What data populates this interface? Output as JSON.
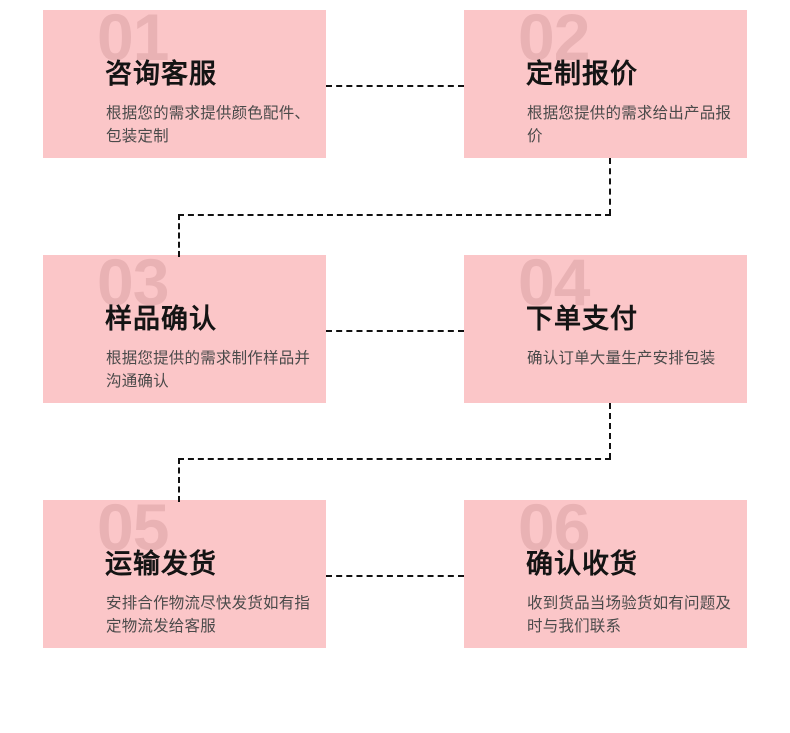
{
  "diagram": {
    "title": "",
    "colors": {
      "box_background": "#fbc6c8",
      "number_watermark": "#e9b2b4",
      "title_text": "#141414",
      "description_text": "#4a4a4a",
      "connector_line": "#111111"
    },
    "steps": [
      {
        "number": "01",
        "title": "咨询客服",
        "desc": "根据您的需求提供颜色配件、包装定制"
      },
      {
        "number": "02",
        "title": "定制报价",
        "desc": "根据您提供的需求给出产品报价"
      },
      {
        "number": "03",
        "title": "样品确认",
        "desc": "根据您提供的需求制作样品并沟通确认"
      },
      {
        "number": "04",
        "title": "下单支付",
        "desc": "确认订单大量生产安排包装"
      },
      {
        "number": "05",
        "title": "运输发货",
        "desc": "安排合作物流尽快发货如有指定物流发给客服"
      },
      {
        "number": "06",
        "title": "确认收货",
        "desc": "收到货品当场验货如有问题及时与我们联系"
      }
    ],
    "connectors": [
      {
        "name": "step-1-to-2",
        "type": "horizontal-dashed"
      },
      {
        "name": "step-2-to-3",
        "type": "s-bend-dashed"
      },
      {
        "name": "step-3-to-4",
        "type": "horizontal-dashed"
      },
      {
        "name": "step-4-to-5",
        "type": "s-bend-dashed"
      },
      {
        "name": "step-5-to-6",
        "type": "horizontal-dashed"
      }
    ]
  }
}
